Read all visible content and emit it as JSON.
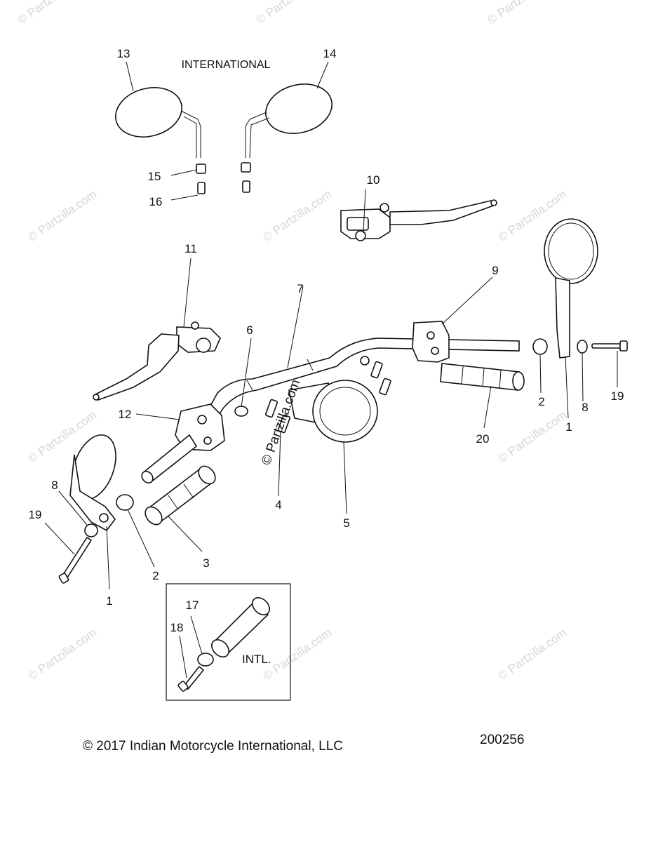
{
  "header": {
    "international_label": "INTERNATIONAL"
  },
  "inset": {
    "label": "INTL."
  },
  "footer": {
    "copyright": "© 2017 Indian Motorcycle International, LLC",
    "diagram_number": "200256"
  },
  "watermark": {
    "text": "© Partzilla.com",
    "center_text": "© Partzilla.com"
  },
  "callouts": {
    "c13": "13",
    "c14": "14",
    "c15": "15",
    "c16": "16",
    "c10": "10",
    "c11": "11",
    "c9": "9",
    "c7": "7",
    "c6": "6",
    "c12": "12",
    "c2r": "2",
    "c8r": "8",
    "c19r": "19",
    "c1r": "1",
    "c20": "20",
    "c4": "4",
    "c5": "5",
    "c8l": "8",
    "c19l": "19",
    "c1l": "1",
    "c2l": "2",
    "c3": "3",
    "c17": "17",
    "c18": "18"
  }
}
